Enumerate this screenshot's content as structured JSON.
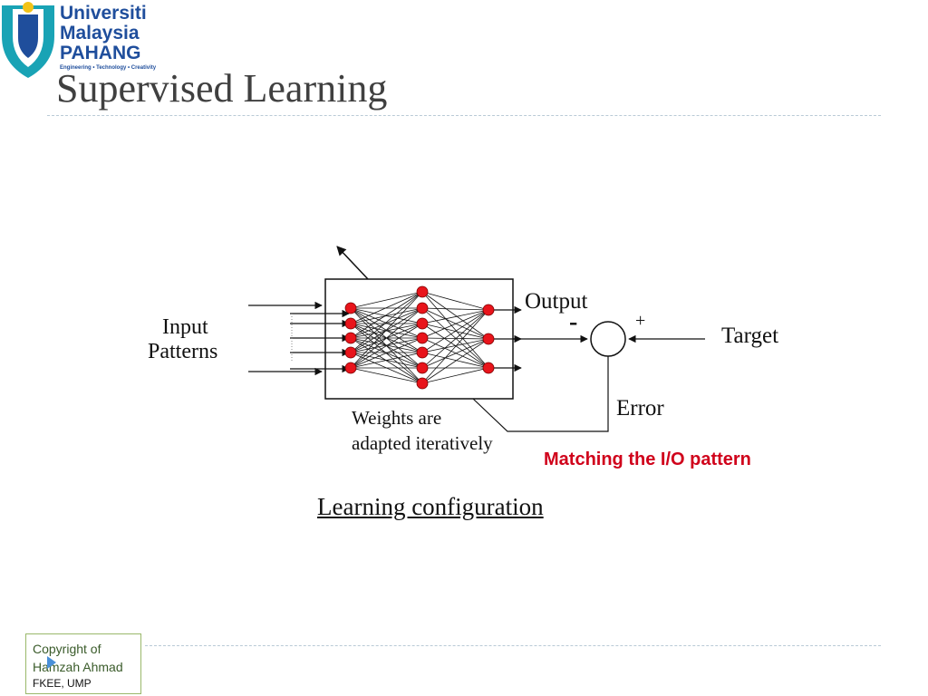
{
  "logo": {
    "line1": "Universiti",
    "line2": "Malaysia",
    "line3": "PAHANG",
    "tagline": "Engineering • Technology • Creativity"
  },
  "slide": {
    "title": "Supervised Learning"
  },
  "diagram": {
    "input_label_1": "Input",
    "input_label_2": "Patterns",
    "output_label": "Output",
    "minus_sign": "-",
    "plus_sign": "+",
    "target_label": "Target",
    "error_label": "Error",
    "weights_label_1": "Weights are",
    "weights_label_2": "adapted iteratively",
    "colors": {
      "node": "#e8141b",
      "line": "#111111"
    }
  },
  "annotation": {
    "matching": "Matching the I/O pattern"
  },
  "caption": "Learning configuration",
  "footer": {
    "copyright_1": "Copyright of",
    "copyright_2": "Hamzah Ahmad",
    "org": "FKEE, UMP"
  }
}
